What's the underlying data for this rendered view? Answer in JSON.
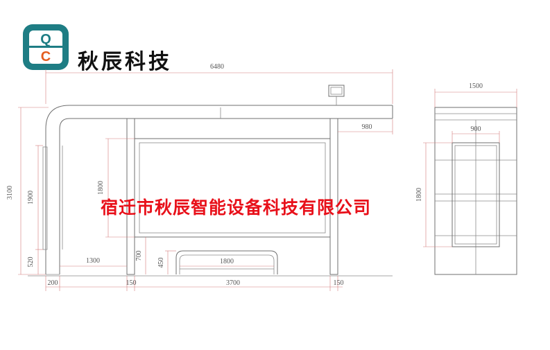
{
  "logo": {
    "letters": [
      "Q",
      "C"
    ],
    "colors": {
      "ring": "#1e7d84",
      "accent": "#e45d1f"
    }
  },
  "brand_name": "秋辰科技",
  "watermark": "宿迁市秋辰智能设备科技有限公司",
  "dimensions": {
    "total_length": "6480",
    "roof_overhang": "980",
    "total_height": "3100",
    "panel_height_left": "1900",
    "ground_clearance_left": "520",
    "panel_height": "1800",
    "bench_gap": "1300",
    "bench_height": "700",
    "seat_height": "450",
    "seat_length": "1800",
    "pole_offset": "200",
    "pole_left": "150",
    "span": "3700",
    "pole_right": "150",
    "side_width": "1500",
    "side_panel_width": "900",
    "side_panel_height": "1800"
  },
  "colors": {
    "line": "#8a8a8a",
    "dimension": "#d37a7a",
    "watermark": "#e8101a"
  }
}
